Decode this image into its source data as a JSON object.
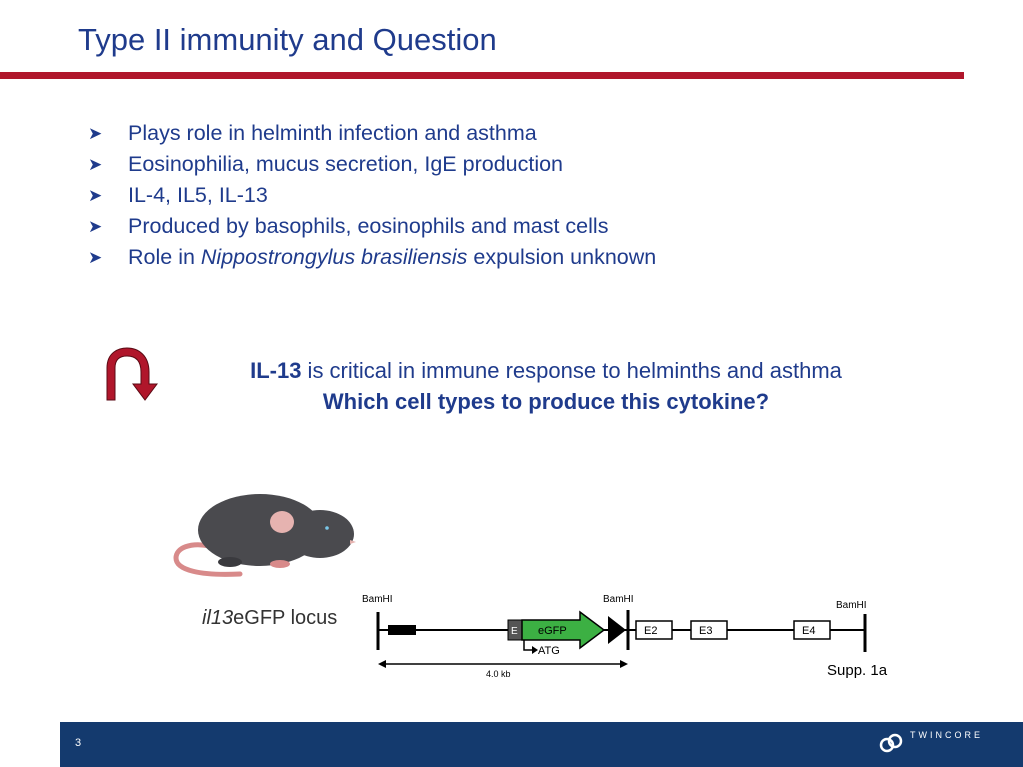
{
  "slide": {
    "title": "Type II immunity and Question",
    "page_number": "3"
  },
  "bullets": [
    {
      "text": "Plays role in helminth infection and asthma"
    },
    {
      "text": "Eosinophilia, mucus secretion, IgE production"
    },
    {
      "text": "IL-4, IL5, IL-13"
    },
    {
      "text": "Produced by basophils, eosinophils and mast cells"
    },
    {
      "pre": "Role in ",
      "italic": "Nippostrongylus brasiliensis",
      "post": " expulsion unknown"
    }
  ],
  "callout": {
    "bold_lead": "IL-13",
    "line1_rest": " is critical in immune response to helminths and asthma",
    "line2": "Which cell types to produce this cytokine?"
  },
  "figure": {
    "locus_label_italic": "il13",
    "locus_label_rest": "eGFP locus",
    "bamhi_1": "BamHI",
    "bamhi_2": "BamHI",
    "bamhi_3": "BamHI",
    "exon_e": "E",
    "egfp": "eGFP",
    "e2": "E2",
    "e3": "E3",
    "e4": "E4",
    "atg": "ATG",
    "scale": "4.0 kb",
    "caption": "Supp. 1a"
  },
  "footer": {
    "logo_text": "TWINCORE"
  },
  "colors": {
    "title_blue": "#1f3b8c",
    "rule_red": "#b0162b",
    "footer_navy": "#143a6e",
    "egfp_green": "#3cb043"
  }
}
